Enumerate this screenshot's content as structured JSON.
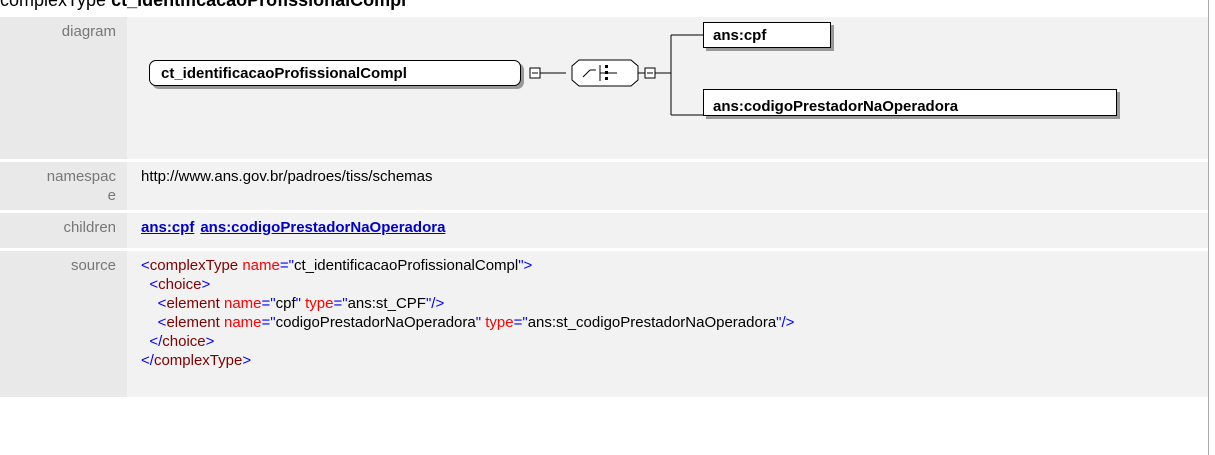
{
  "header": {
    "prefix": "complexType ",
    "name": "ct_identificacaoProfissionalCompl"
  },
  "labels": {
    "diagram": "diagram",
    "namespace": "namespac\ne",
    "children": "children",
    "source": "source"
  },
  "diagram": {
    "root": "ct_identificacaoProfissionalCompl",
    "elements": [
      "ans:cpf",
      "ans:codigoPrestadorNaOperadora"
    ]
  },
  "namespace": "http://www.ans.gov.br/padroes/tiss/schemas",
  "children": [
    "ans:cpf",
    "ans:codigoPrestadorNaOperadora"
  ],
  "source": {
    "line1": {
      "tag": "complexType",
      "attr": "name",
      "value": "ct_identificacaoProfissionalCompl"
    },
    "line2": {
      "tag": "choice"
    },
    "line3": {
      "tag": "element",
      "attr1": "name",
      "val1": "cpf",
      "attr2": "type",
      "val2": "ans:st_CPF"
    },
    "line4": {
      "tag": "element",
      "attr1": "name",
      "val1": "codigoPrestadorNaOperadora",
      "attr2": "type",
      "val2": "ans:st_codigoPrestadorNaOperadora"
    },
    "line5": {
      "tag": "choice"
    },
    "line6": {
      "tag": "complexType"
    }
  }
}
